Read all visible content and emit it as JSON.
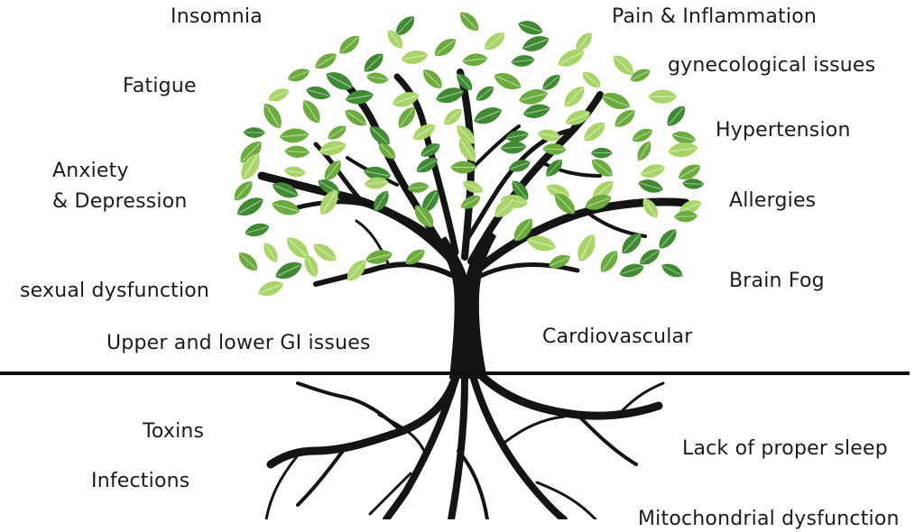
{
  "colors": {
    "trunk": "#141414",
    "ground_line": "#111111",
    "leaf_dark": "#3f8a32",
    "leaf_mid": "#6cab3e",
    "leaf_light": "#a9d46a",
    "text": "#1b1b1b"
  },
  "symptoms": {
    "insomnia": "Insomnia",
    "pain_inflammation": "Pain & Inflammation",
    "fatigue": "Fatigue",
    "gynecological": "gynecological issues",
    "anxiety_line1": "Anxiety",
    "anxiety_line2": "& Depression",
    "hypertension": "Hypertension",
    "allergies": "Allergies",
    "sexual_dysfunction": "sexual dysfunction",
    "brain_fog": "Brain Fog",
    "gi_issues": "Upper and lower GI issues",
    "cardiovascular": "Cardiovascular"
  },
  "root_causes": {
    "toxins": "Toxins",
    "infections": "Infections",
    "sleep": "Lack of proper sleep",
    "mitochondrial": "Mitochondrial dysfunction"
  }
}
